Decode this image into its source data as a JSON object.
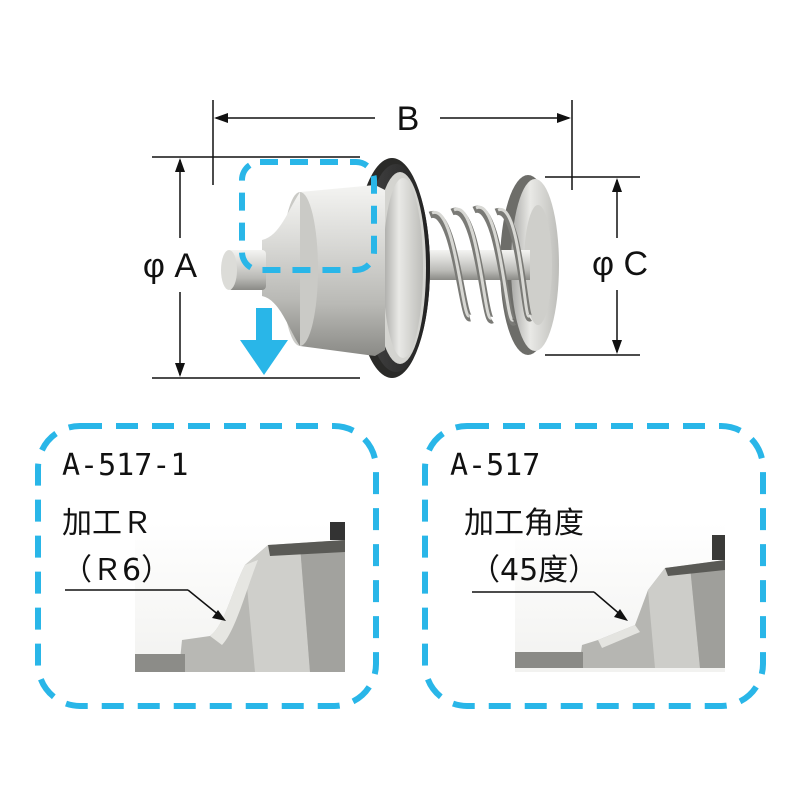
{
  "dimensions": {
    "a_label": "φ A",
    "b_label": "B",
    "c_label": "φ C"
  },
  "panels": [
    {
      "part_no": "A-517-1",
      "feature": "加工Ｒ",
      "value": "（Ｒ6）"
    },
    {
      "part_no": "A-517",
      "feature": "加工角度",
      "value": "（45度）"
    }
  ],
  "colors": {
    "accent": "#29B6E8",
    "line": "#111111"
  }
}
